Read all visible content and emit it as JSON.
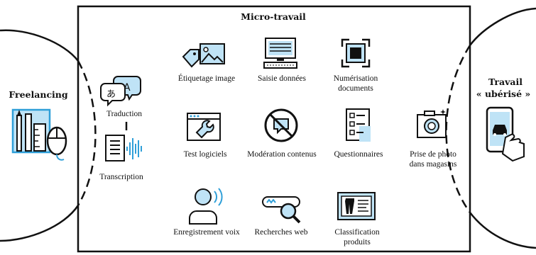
{
  "colors": {
    "ink": "#111111",
    "accent": "#2f9fd8",
    "accent_light": "#bfe3f6"
  },
  "regions": {
    "freelancing": "Freelancing",
    "micro_travail": "Micro-travail",
    "travail_uberise_line1": "Travail",
    "travail_uberise_line2": "« ubérisé »"
  },
  "freelancing_items": {
    "traduction": "Traduction",
    "transcription": "Transcription"
  },
  "micro_items": {
    "etiquetage": "Étiquetage image",
    "saisie": "Saisie données",
    "numerisation_1": "Numérisation",
    "numerisation_2": "documents",
    "test": "Test logiciels",
    "moderation": "Modération contenus",
    "questionnaires": "Questionnaires",
    "enregistrement": "Enregistrement voix",
    "recherches": "Recherches web",
    "classification_1": "Classification",
    "classification_2": "produits"
  },
  "uberise_items": {
    "photo_1": "Prise de photo",
    "photo_2": "dans magasins"
  },
  "icons": [
    "freelancing-tools-icon",
    "translation-icon",
    "transcription-icon",
    "image-tag-icon",
    "computer-icon",
    "scanner-icon",
    "software-test-icon",
    "moderation-icon",
    "questionnaire-icon",
    "voice-recording-icon",
    "web-search-icon",
    "product-classification-icon",
    "camera-icon",
    "smartphone-car-icon"
  ]
}
